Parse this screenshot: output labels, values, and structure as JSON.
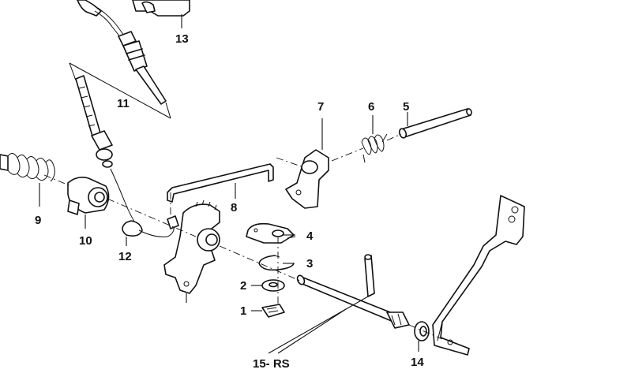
{
  "diagram": {
    "callouts": [
      {
        "id": "1",
        "text": "1"
      },
      {
        "id": "2",
        "text": "2"
      },
      {
        "id": "3",
        "text": "3"
      },
      {
        "id": "4",
        "text": "4"
      },
      {
        "id": "5",
        "text": "5"
      },
      {
        "id": "6",
        "text": "6"
      },
      {
        "id": "7",
        "text": "7"
      },
      {
        "id": "8",
        "text": "8"
      },
      {
        "id": "9",
        "text": "9"
      },
      {
        "id": "10",
        "text": "10"
      },
      {
        "id": "11",
        "text": "11"
      },
      {
        "id": "12",
        "text": "12"
      },
      {
        "id": "13",
        "text": "13"
      },
      {
        "id": "14",
        "text": "14"
      },
      {
        "id": "15",
        "text": "15- RS"
      }
    ]
  }
}
